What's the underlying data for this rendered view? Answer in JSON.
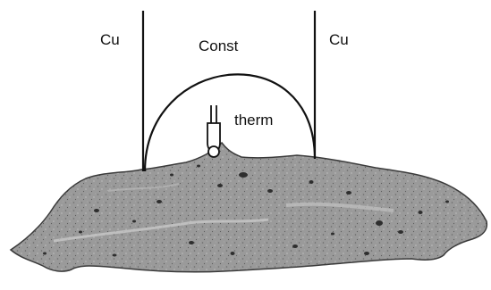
{
  "labels": {
    "left_wire": "Cu",
    "right_wire": "Cu",
    "arc_wire": "Const",
    "probe": "therm"
  },
  "colors": {
    "line": "#111111",
    "specimen_fill": "#8f8f8f",
    "specimen_light": "#b9b9b9",
    "specimen_dark": "#4a4a4a",
    "specimen_outline": "#3a3a3a",
    "background": "#ffffff"
  },
  "icons": {
    "probe": "thermistor-probe-icon",
    "specimen": "specimen-sample-shape"
  }
}
